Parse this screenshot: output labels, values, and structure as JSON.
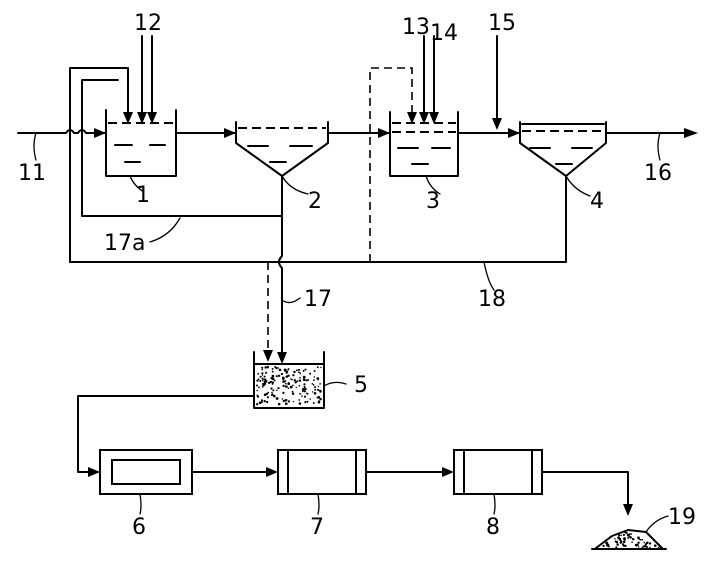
{
  "labels": {
    "n1": "1",
    "n2": "2",
    "n3": "3",
    "n4": "4",
    "n5": "5",
    "n6": "6",
    "n7": "7",
    "n8": "8",
    "n11": "11",
    "n12": "12",
    "n13": "13",
    "n14": "14",
    "n15": "15",
    "n16": "16",
    "n17": "17",
    "n17a": "17a",
    "n18": "18",
    "n19": "19"
  }
}
